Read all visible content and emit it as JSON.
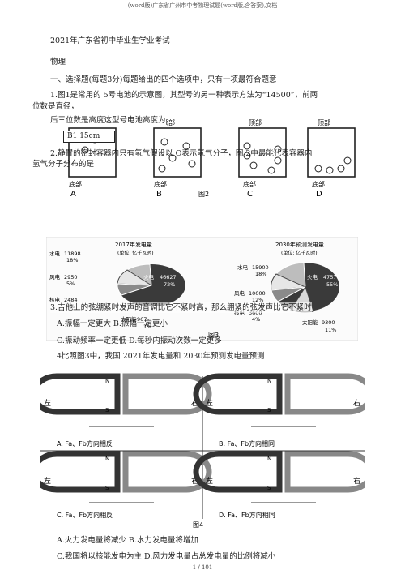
{
  "header": "(word版)广东省广州市中考物理试题(word版,含答案),文档",
  "title": "2021年广东省初中毕业生学业考试",
  "subject": "物理",
  "section": "一、选择题(每题3分)每题给出的四个选项中，只有一项最符合题意",
  "q1_line1": "1.图1是常用的   5号电池的示意图，其型号的另一种表示方法为“14500”，前两",
  "q1_line2": "位数是直径，",
  "q1_line3": "后三位数是高度这型号电池高度为",
  "q1_box": "B1 15cm",
  "q2_line1": "2.静置的密封容器内只有氢气假设以      O表示氢气分子，图   2中最能代表容器内",
  "q2_line2": "氢气分子分布的是",
  "fig2": {
    "labels": [
      {
        "top": "顶部",
        "bottom": "底部",
        "letter": "A"
      },
      {
        "top": "顶部",
        "bottom": "底部",
        "letter": "B"
      },
      {
        "top": "顶部",
        "bottom": "底部",
        "letter": "C"
      },
      {
        "top": "顶部",
        "bottom": "底部",
        "letter": "D"
      }
    ],
    "caption": "图2"
  },
  "fig3": {
    "left_title": "2017年发电量",
    "left_unit": "(单位: 亿千瓦时)",
    "left_items": [
      {
        "name": "水电",
        "value": "11898",
        "pct": "18%"
      },
      {
        "name": "风电",
        "value": "2950",
        "pct": "5%"
      },
      {
        "name": "核电",
        "value": "2484",
        "pct": "4%"
      },
      {
        "name": "火电",
        "value": "46627",
        "pct": "72%"
      },
      {
        "name": "太阳能",
        "value": "967",
        "pct": "1%"
      }
    ],
    "right_title": "2030年预测发电量",
    "right_unit": "(单位: 亿千瓦时)",
    "right_items": [
      {
        "name": "水电",
        "value": "15900",
        "pct": "18%"
      },
      {
        "name": "风电",
        "value": "10000",
        "pct": "12%"
      },
      {
        "name": "核电",
        "value": "3600",
        "pct": "4%"
      },
      {
        "name": "火电",
        "value": "47570",
        "pct": "55%"
      },
      {
        "name": "太阳能",
        "value": "9300",
        "pct": "11%"
      }
    ],
    "caption": "图3"
  },
  "q3_line": "3.吉他上的弦绷紧时发声的音调比它不紧时高，那么绷紧的弦发声比它不紧时",
  "q3_opt1": "A.振幅一定更大 B.振幅一定更小",
  "q3_opt2": "C.振动频率一定更低 D.每秒内振动次数一定更多",
  "q4_line": "4比照图3中，我国   2021年发电量和   2030年预测发电量预测",
  "fig4": {
    "left": "左",
    "right": "右",
    "n": "N",
    "s": "S",
    "a": "A.  Fa、Fb方向相反",
    "b": "B.  Fa、Fb方向相同",
    "c": "C.  Fa、Fb方向相反",
    "d": "D.  Fa、Fb方向相同",
    "caption": "图4"
  },
  "q4_opt1": "A.火力发电量将减少 B.水力发电量将增加",
  "q4_opt2": "C.我国将以核能发电为主 D.风力发电量占总发电量的比例将减小",
  "footer": "1 / 101"
}
